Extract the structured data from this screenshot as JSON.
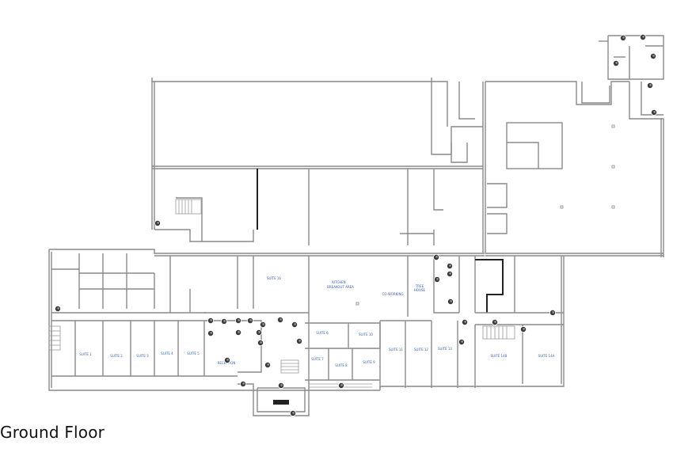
{
  "page": {
    "title": "Ground Floor"
  },
  "rooms": [
    {
      "id": "suite-1",
      "label": "SUITE 1"
    },
    {
      "id": "suite-2",
      "label": "SUITE 2"
    },
    {
      "id": "suite-3",
      "label": "SUITE 3"
    },
    {
      "id": "suite-4",
      "label": "SUITE 4"
    },
    {
      "id": "suite-5",
      "label": "SUITE 5"
    },
    {
      "id": "reception",
      "label": "RECEPTION"
    },
    {
      "id": "suite-16",
      "label": "SUITE 16"
    },
    {
      "id": "kitchen-1",
      "label": "KITCHEN"
    },
    {
      "id": "kitchen-2",
      "label": "BREAKOUT AREA"
    },
    {
      "id": "coworking",
      "label": "CO-WORKING"
    },
    {
      "id": "tree-1",
      "label": "TREE"
    },
    {
      "id": "tree-2",
      "label": "HOUSE"
    },
    {
      "id": "suite-6",
      "label": "SUITE 6"
    },
    {
      "id": "suite-7",
      "label": "SUITE 7"
    },
    {
      "id": "suite-8",
      "label": "SUITE 8"
    },
    {
      "id": "suite-9",
      "label": "SUITE 9"
    },
    {
      "id": "suite-10",
      "label": "SUITE 10"
    },
    {
      "id": "suite-11",
      "label": "SUITE 11"
    },
    {
      "id": "suite-12",
      "label": "SUITE 12"
    },
    {
      "id": "suite-13",
      "label": "SUITE 13"
    },
    {
      "id": "suite-14b",
      "label": "SUITE 14B"
    },
    {
      "id": "suite-14a",
      "label": "SUITE 14A"
    }
  ]
}
